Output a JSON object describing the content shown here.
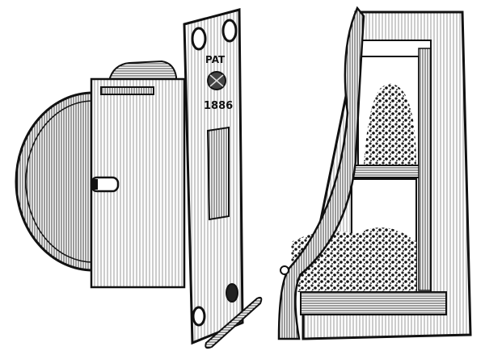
{
  "illustration": {
    "type": "engraving",
    "subject": "sash window lock and window with curtain",
    "plate_stamp_top": "PAT",
    "plate_stamp_year": "1886",
    "colors": {
      "ink": "#111111",
      "paper": "#ffffff"
    }
  }
}
